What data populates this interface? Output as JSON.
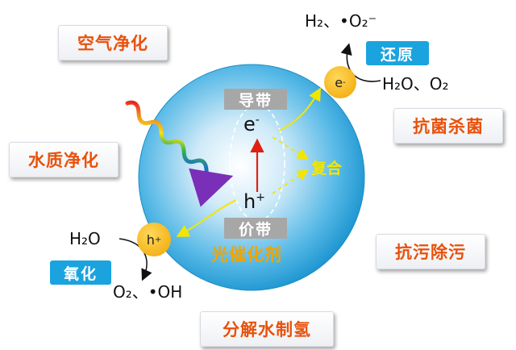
{
  "applications": {
    "air": "空气净化",
    "water": "水质净化",
    "antibacterial": "抗菌杀菌",
    "antifouling": "抗污除污",
    "hydrogen": "分解水制氢"
  },
  "particle": {
    "conduction_band": "导带",
    "valence_band": "价带",
    "electron": "e",
    "electron_sign": "-",
    "hole": "h",
    "hole_sign": "+",
    "recombination": "复合",
    "photocatalyst": "光催化剂"
  },
  "reduction": {
    "label": "还原",
    "reactant": "H₂O、O₂",
    "product": "H₂、•O₂⁻",
    "site_symbol": "e",
    "site_sign": "-"
  },
  "oxidation": {
    "label": "氧化",
    "reactant": "H₂O",
    "product": "O₂、•OH",
    "site_symbol": "h",
    "site_sign": "+"
  },
  "colors": {
    "sphere_outer": "#1f9fd8",
    "sphere_inner": "#eaf6fd",
    "app_text": "#e8510b",
    "tag_bg": "#1aa3de",
    "band_bg": "#a7a7a7",
    "arrow_yellow": "#f2e600",
    "arrow_red": "#e02010",
    "dot": "#f2ab00"
  }
}
